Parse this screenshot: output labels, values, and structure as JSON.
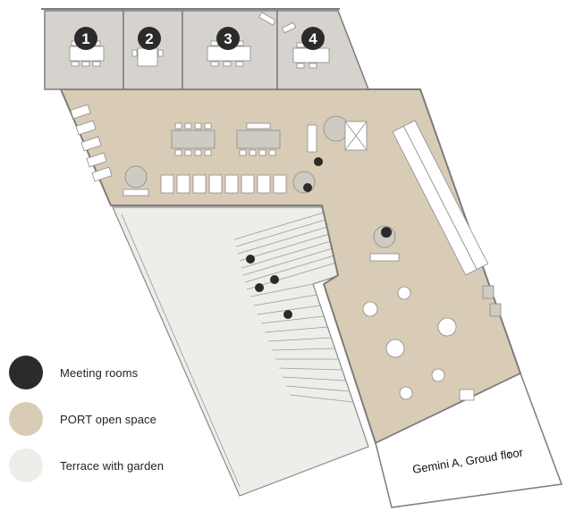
{
  "colors": {
    "meeting": "#d6d3cf",
    "meeting_swatch": "#2b2b2b",
    "open_space": "#d8ccb6",
    "terrace": "#ededea",
    "wall": "#7c7c7c",
    "furniture": "#ffffff",
    "dark": "#2a2a2a"
  },
  "rooms": [
    {
      "number": "1"
    },
    {
      "number": "2"
    },
    {
      "number": "3"
    },
    {
      "number": "4"
    }
  ],
  "legend": [
    {
      "label": "Meeting rooms",
      "color": "#2b2b2b"
    },
    {
      "label": "PORT open space",
      "color": "#d8ccb6"
    },
    {
      "label": "Terrace with garden",
      "color": "#ededea"
    }
  ],
  "floor_label": "Gemini A, Groud floor",
  "floor_arrow": "↑"
}
